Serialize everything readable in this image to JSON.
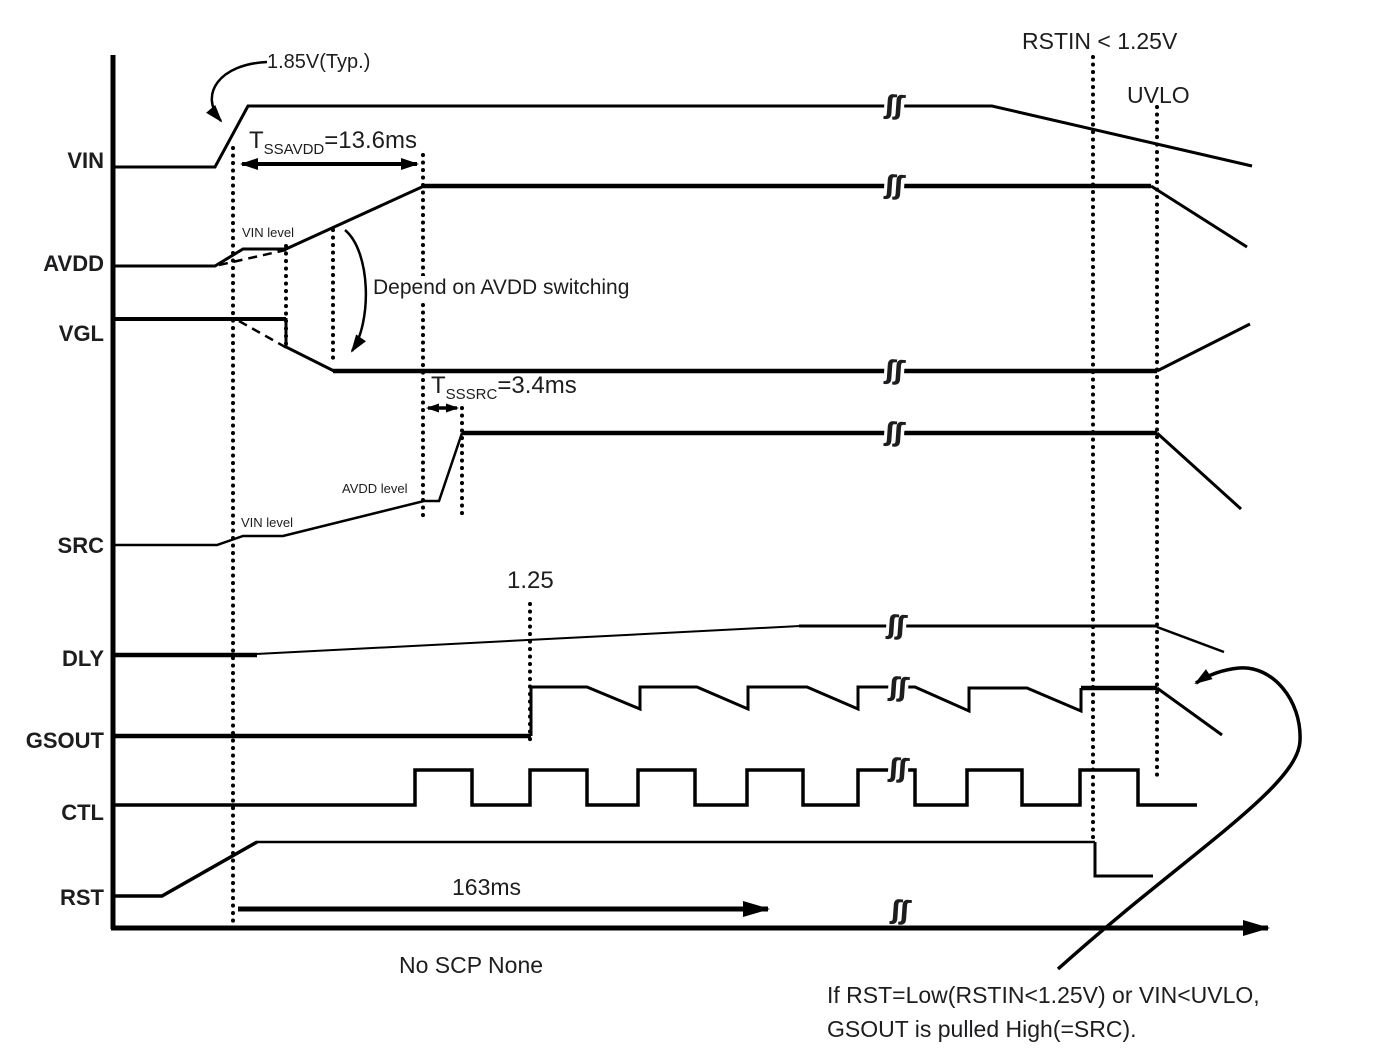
{
  "signals": [
    {
      "label": "VIN"
    },
    {
      "label": "AVDD"
    },
    {
      "label": "VGL"
    },
    {
      "label": "SRC"
    },
    {
      "label": "DLY"
    },
    {
      "label": "GSOUT"
    },
    {
      "label": "CTL"
    },
    {
      "label": "RST"
    }
  ],
  "annotations": {
    "vin_startup_voltage": "1.85V(Typ.)",
    "t_ssavdd": {
      "symbol": "T",
      "subscript": "SSAVDD",
      "value": "=13.6ms"
    },
    "t_sssrc": {
      "symbol": "T",
      "subscript": "SSSRC",
      "value": "=3.4ms"
    },
    "rstin_threshold": "RSTIN < 1.25V",
    "uvlo": "UVLO",
    "avdd_vin_level": "VIN level",
    "avdd_depend_note": "Depend on AVDD switching",
    "src_avdd_level": "AVDD level",
    "src_vin_level": "VIN level",
    "dly_threshold": "1.25",
    "rst_delay": "163ms",
    "scp_note": "No SCP None",
    "footnote_line1": "If  RST=Low(RSTIN<1.25V) or VIN<UVLO,",
    "footnote_line2": "GSOUT is pulled High(=SRC)."
  },
  "icons": {
    "line_break": "ʃʃ"
  }
}
